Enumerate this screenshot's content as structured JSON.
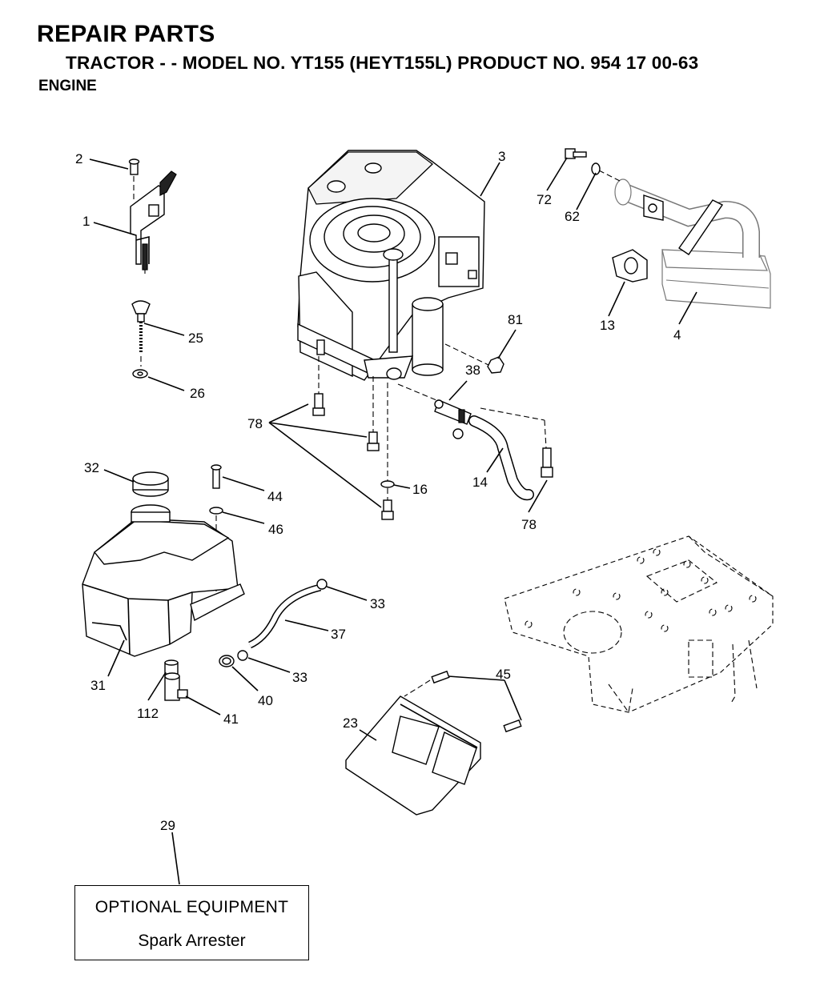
{
  "header": {
    "title": "REPAIR PARTS",
    "subtitle": "TRACTOR - - MODEL NO. YT155 (HEYT155L) PRODUCT NO. 954 17 00-63",
    "section": "ENGINE"
  },
  "callouts": [
    "2",
    "1",
    "3",
    "72",
    "62",
    "13",
    "4",
    "25",
    "26",
    "81",
    "38",
    "78",
    "16",
    "14",
    "78",
    "32",
    "44",
    "46",
    "33",
    "37",
    "33",
    "40",
    "31",
    "112",
    "41",
    "45",
    "23",
    "29"
  ],
  "optional_box": {
    "title": "OPTIONAL EQUIPMENT",
    "item": "Spark Arrester"
  }
}
